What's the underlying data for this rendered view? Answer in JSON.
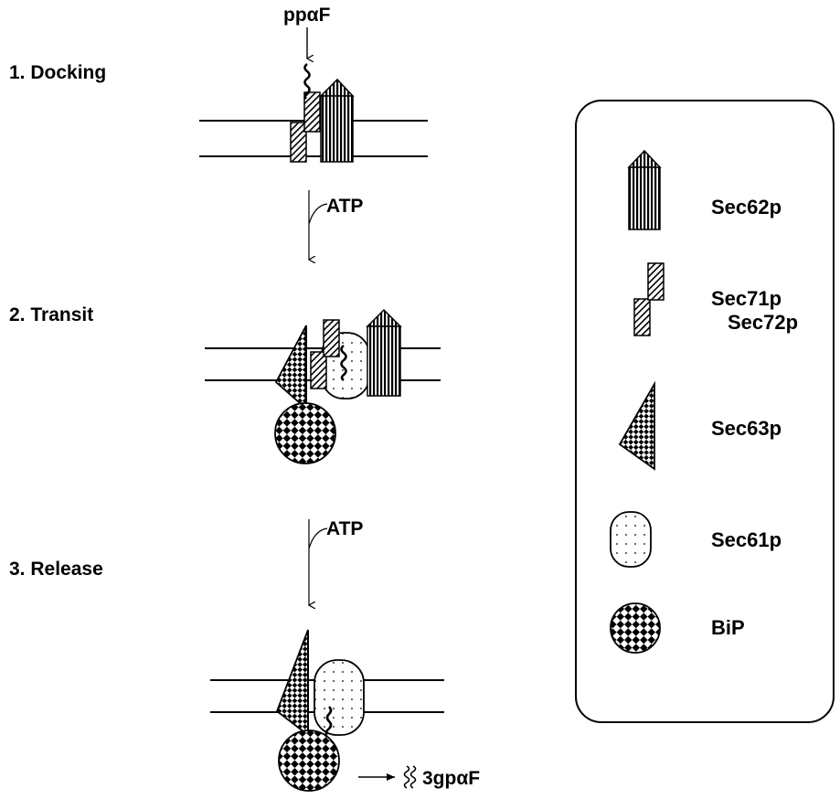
{
  "steps": [
    {
      "label": "1. Docking"
    },
    {
      "label": "2. Transit"
    },
    {
      "label": "3. Release"
    }
  ],
  "arrows": {
    "atp_1": "ATP",
    "atp_2": "ATP"
  },
  "substrate": {
    "input": "ppαF",
    "output": "3gpαF"
  },
  "legend": {
    "items": [
      {
        "label": "Sec62p",
        "icon": "sec62p-icon"
      },
      {
        "label_line1": "Sec71p",
        "label_line2": "Sec72p",
        "icon": "sec71p-sec72p-icon"
      },
      {
        "label": "Sec63p",
        "icon": "sec63p-icon"
      },
      {
        "label": "Sec61p",
        "icon": "sec61p-icon"
      },
      {
        "label": "BiP",
        "icon": "bip-icon"
      }
    ]
  }
}
